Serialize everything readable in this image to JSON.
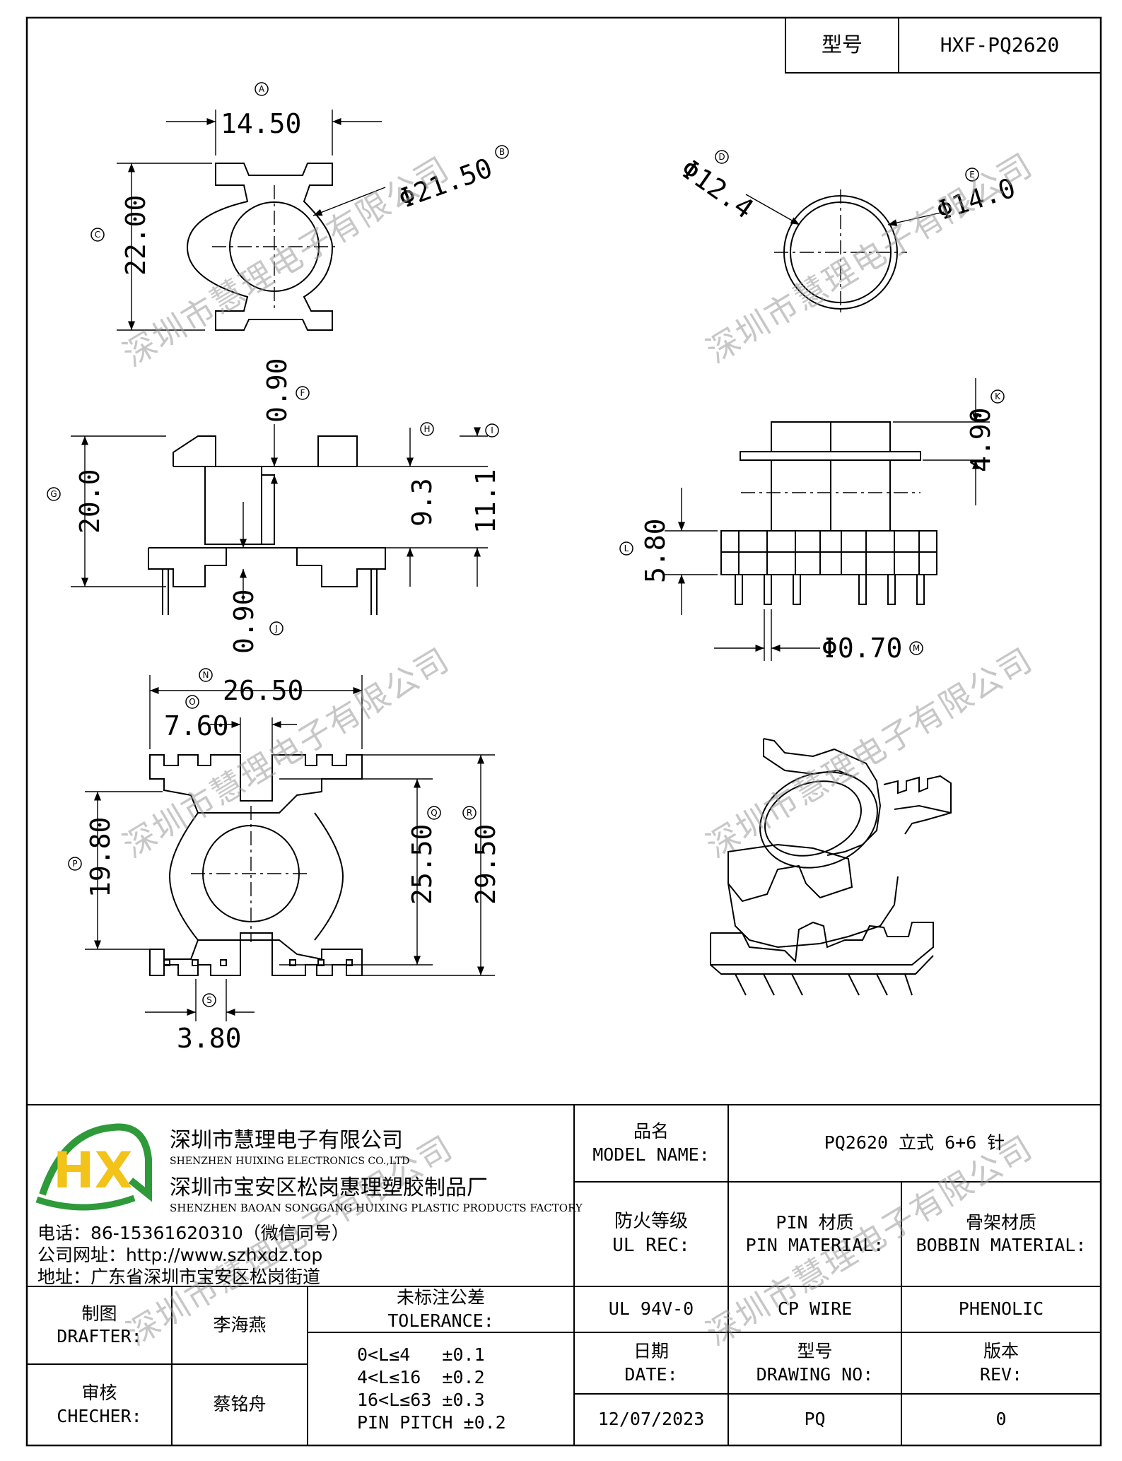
{
  "header": {
    "model_label": "型号",
    "model_value": "HXF-PQ2620"
  },
  "dimensions": {
    "A": "14.50",
    "B": "Φ21.50",
    "C": "22.00",
    "D": "Φ12.4",
    "E": "Φ14.0",
    "F": "0.90",
    "G": "20.0",
    "H": "9.3",
    "I": "11.1",
    "J": "0.90",
    "K": "4.90",
    "L": "5.80",
    "M": "Φ0.70",
    "N": "26.50",
    "O": "7.60",
    "P": "19.80",
    "Q": "25.50",
    "R": "29.50",
    "S": "3.80"
  },
  "callouts": [
    "A",
    "B",
    "C",
    "D",
    "E",
    "F",
    "G",
    "H",
    "I",
    "J",
    "K",
    "L",
    "M",
    "N",
    "O",
    "P",
    "Q",
    "R",
    "S"
  ],
  "watermark": "深圳市慧理电子有限公司",
  "company": {
    "logo_text": "HX",
    "name_cn": "深圳市慧理电子有限公司",
    "name_en": "SHENZHEN HUIXING ELECTRONICS CO.,LTD",
    "factory_cn": "深圳市宝安区松岗惠理塑胶制品厂",
    "factory_en": "SHENZHEN BAOAN SONGGANG HUIXING PLASTIC PRODUCTS FACTORY",
    "phone": "电话：86-15361620310（微信同号）",
    "website": "公司网址：http://www.szhxdz.top",
    "address": "地址：广东省深圳市宝安区松岗街道"
  },
  "title_block": {
    "model_name_cn": "品名",
    "model_name_en": "MODEL NAME:",
    "model_name_value": "PQ2620 立式 6+6 针",
    "ul_cn": "防火等级",
    "ul_en": "UL REC:",
    "pin_cn": "PIN 材质",
    "pin_en": "PIN MATERIAL:",
    "bobbin_cn": "骨架材质",
    "bobbin_en": "BOBBIN MATERIAL:",
    "ul_value": "UL 94V-0",
    "pin_value": "CP WIRE",
    "bobbin_value": "PHENOLIC",
    "drafter_cn": "制图",
    "drafter_en": "DRAFTER:",
    "drafter_value": "李海燕",
    "checker_cn": "审核",
    "checker_en": "CHECHER:",
    "checker_value": "蔡铭舟",
    "tolerance_cn": "未标注公差",
    "tolerance_en": "TOLERANCE:",
    "tolerance_lines": [
      "0<L≤4   ±0.1",
      "4<L≤16  ±0.2",
      "16<L≤63 ±0.3",
      "PIN PITCH ±0.2"
    ],
    "date_cn": "日期",
    "date_en": "DATE:",
    "date_value": "12/07/2023",
    "drawing_no_cn": "型号",
    "drawing_no_en": "DRAWING NO:",
    "drawing_no_value": "PQ",
    "rev_cn": "版本",
    "rev_en": "REV:",
    "rev_value": "0"
  },
  "colors": {
    "logo_green": "#2e9a3a",
    "logo_yellow": "#f2c318",
    "line": "#000000",
    "watermark": "#9a9a9a"
  }
}
